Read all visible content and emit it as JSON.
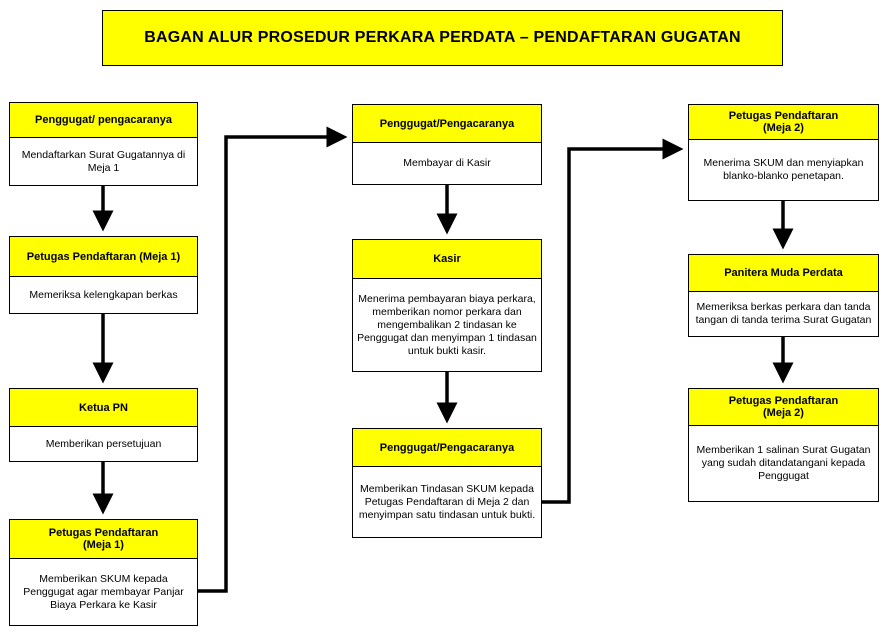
{
  "title": "BAGAN ALUR PROSEDUR PERKARA PERDATA – PENDAFTARAN GUGATAN",
  "column1": [
    {
      "header": "Penggugat/ pengacaranya",
      "body": "Mendaftarkan Surat Gugatannya di\nMeja 1"
    },
    {
      "header": "Petugas Pendaftaran (Meja 1)",
      "body": "Memeriksa kelengkapan berkas"
    },
    {
      "header": "Ketua PN",
      "body": "Memberikan persetujuan"
    },
    {
      "header": "Petugas Pendaftaran\n(Meja 1)",
      "body": "Memberikan SKUM kepada\nPenggugat agar membayar Panjar\nBiaya Perkara ke Kasir"
    }
  ],
  "column2": [
    {
      "header": "Penggugat/Pengacaranya",
      "body": "Membayar di Kasir"
    },
    {
      "header": "Kasir",
      "body": "Menerima pembayaran biaya perkara,\nmemberikan nomor perkara dan\nmengembalikan 2 tindasan ke\nPenggugat dan menyimpan 1 tindasan\nuntuk bukti kasir."
    },
    {
      "header": "Penggugat/Pengacaranya",
      "body": "Memberikan Tindasan SKUM kepada\nPetugas Pendaftaran di Meja 2 dan\nmenyimpan satu tindasan untuk bukti."
    }
  ],
  "column3": [
    {
      "header": "Petugas Pendaftaran\n(Meja 2)",
      "body": "Menerima SKUM dan menyiapkan\nblanko-blanko penetapan."
    },
    {
      "header": "Panitera Muda Perdata",
      "body": "Memeriksa berkas perkara dan tanda\ntangan di tanda terima Surat Gugatan"
    },
    {
      "header": "Petugas Pendaftaran\n(Meja 2)",
      "body": "Memberikan 1 salinan Surat Gugatan\nyang sudah ditandatangani kepada\nPenggugat"
    }
  ],
  "colors": {
    "header_fill": "#ffff00",
    "border": "#000000"
  }
}
